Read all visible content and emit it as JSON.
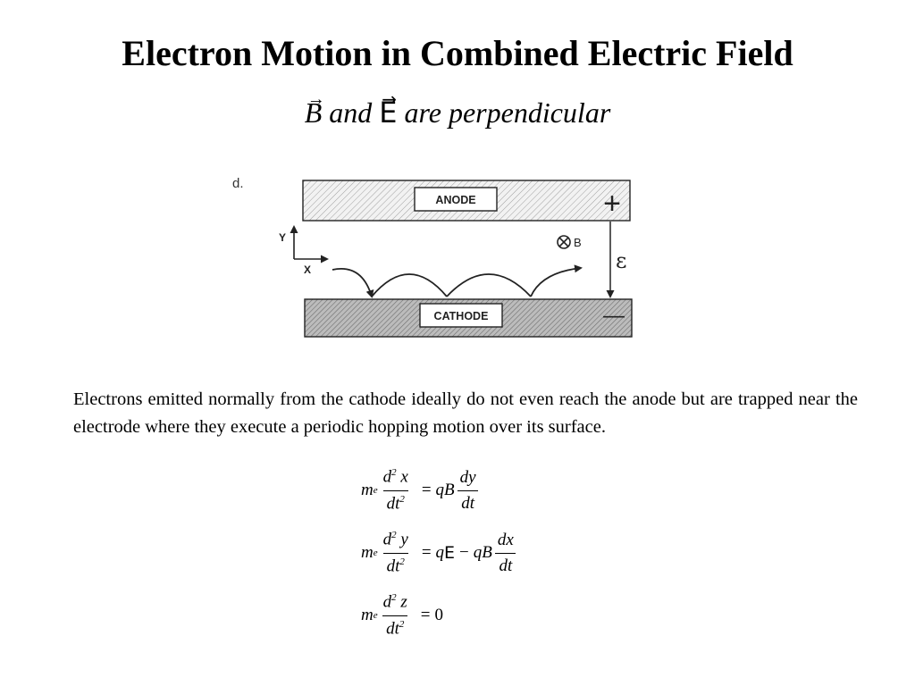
{
  "slide": {
    "title": "Electron Motion in Combined Electric Field",
    "subtitle": {
      "b_symbol": "B",
      "b_arrow": "→",
      "and_word": "and",
      "e_symbol": "E",
      "e_arrow": "→",
      "rest": "are perpendicular"
    }
  },
  "diagram": {
    "panel_label": "d.",
    "anode_label": "ANODE",
    "cathode_label": "CATHODE",
    "plus_sign": "+",
    "minus_sign": "—",
    "y_axis_label": "Y",
    "x_axis_label": "X",
    "b_field_label": "B",
    "emf_label": "ε"
  },
  "body_text": "Electrons emitted normally from the cathode ideally do not even reach the anode but are trapped near the electrode where they execute a periodic hopping motion over its surface.",
  "equations": {
    "m": "m",
    "e_sub": "e",
    "d": "d",
    "dt": "dt",
    "sq": "2",
    "x": "x",
    "y": "y",
    "z": "z",
    "eq": "=",
    "minus": "−",
    "q": "q",
    "B": "B",
    "E": "E",
    "dy": "dy",
    "dx": "dx",
    "zero": "0"
  }
}
